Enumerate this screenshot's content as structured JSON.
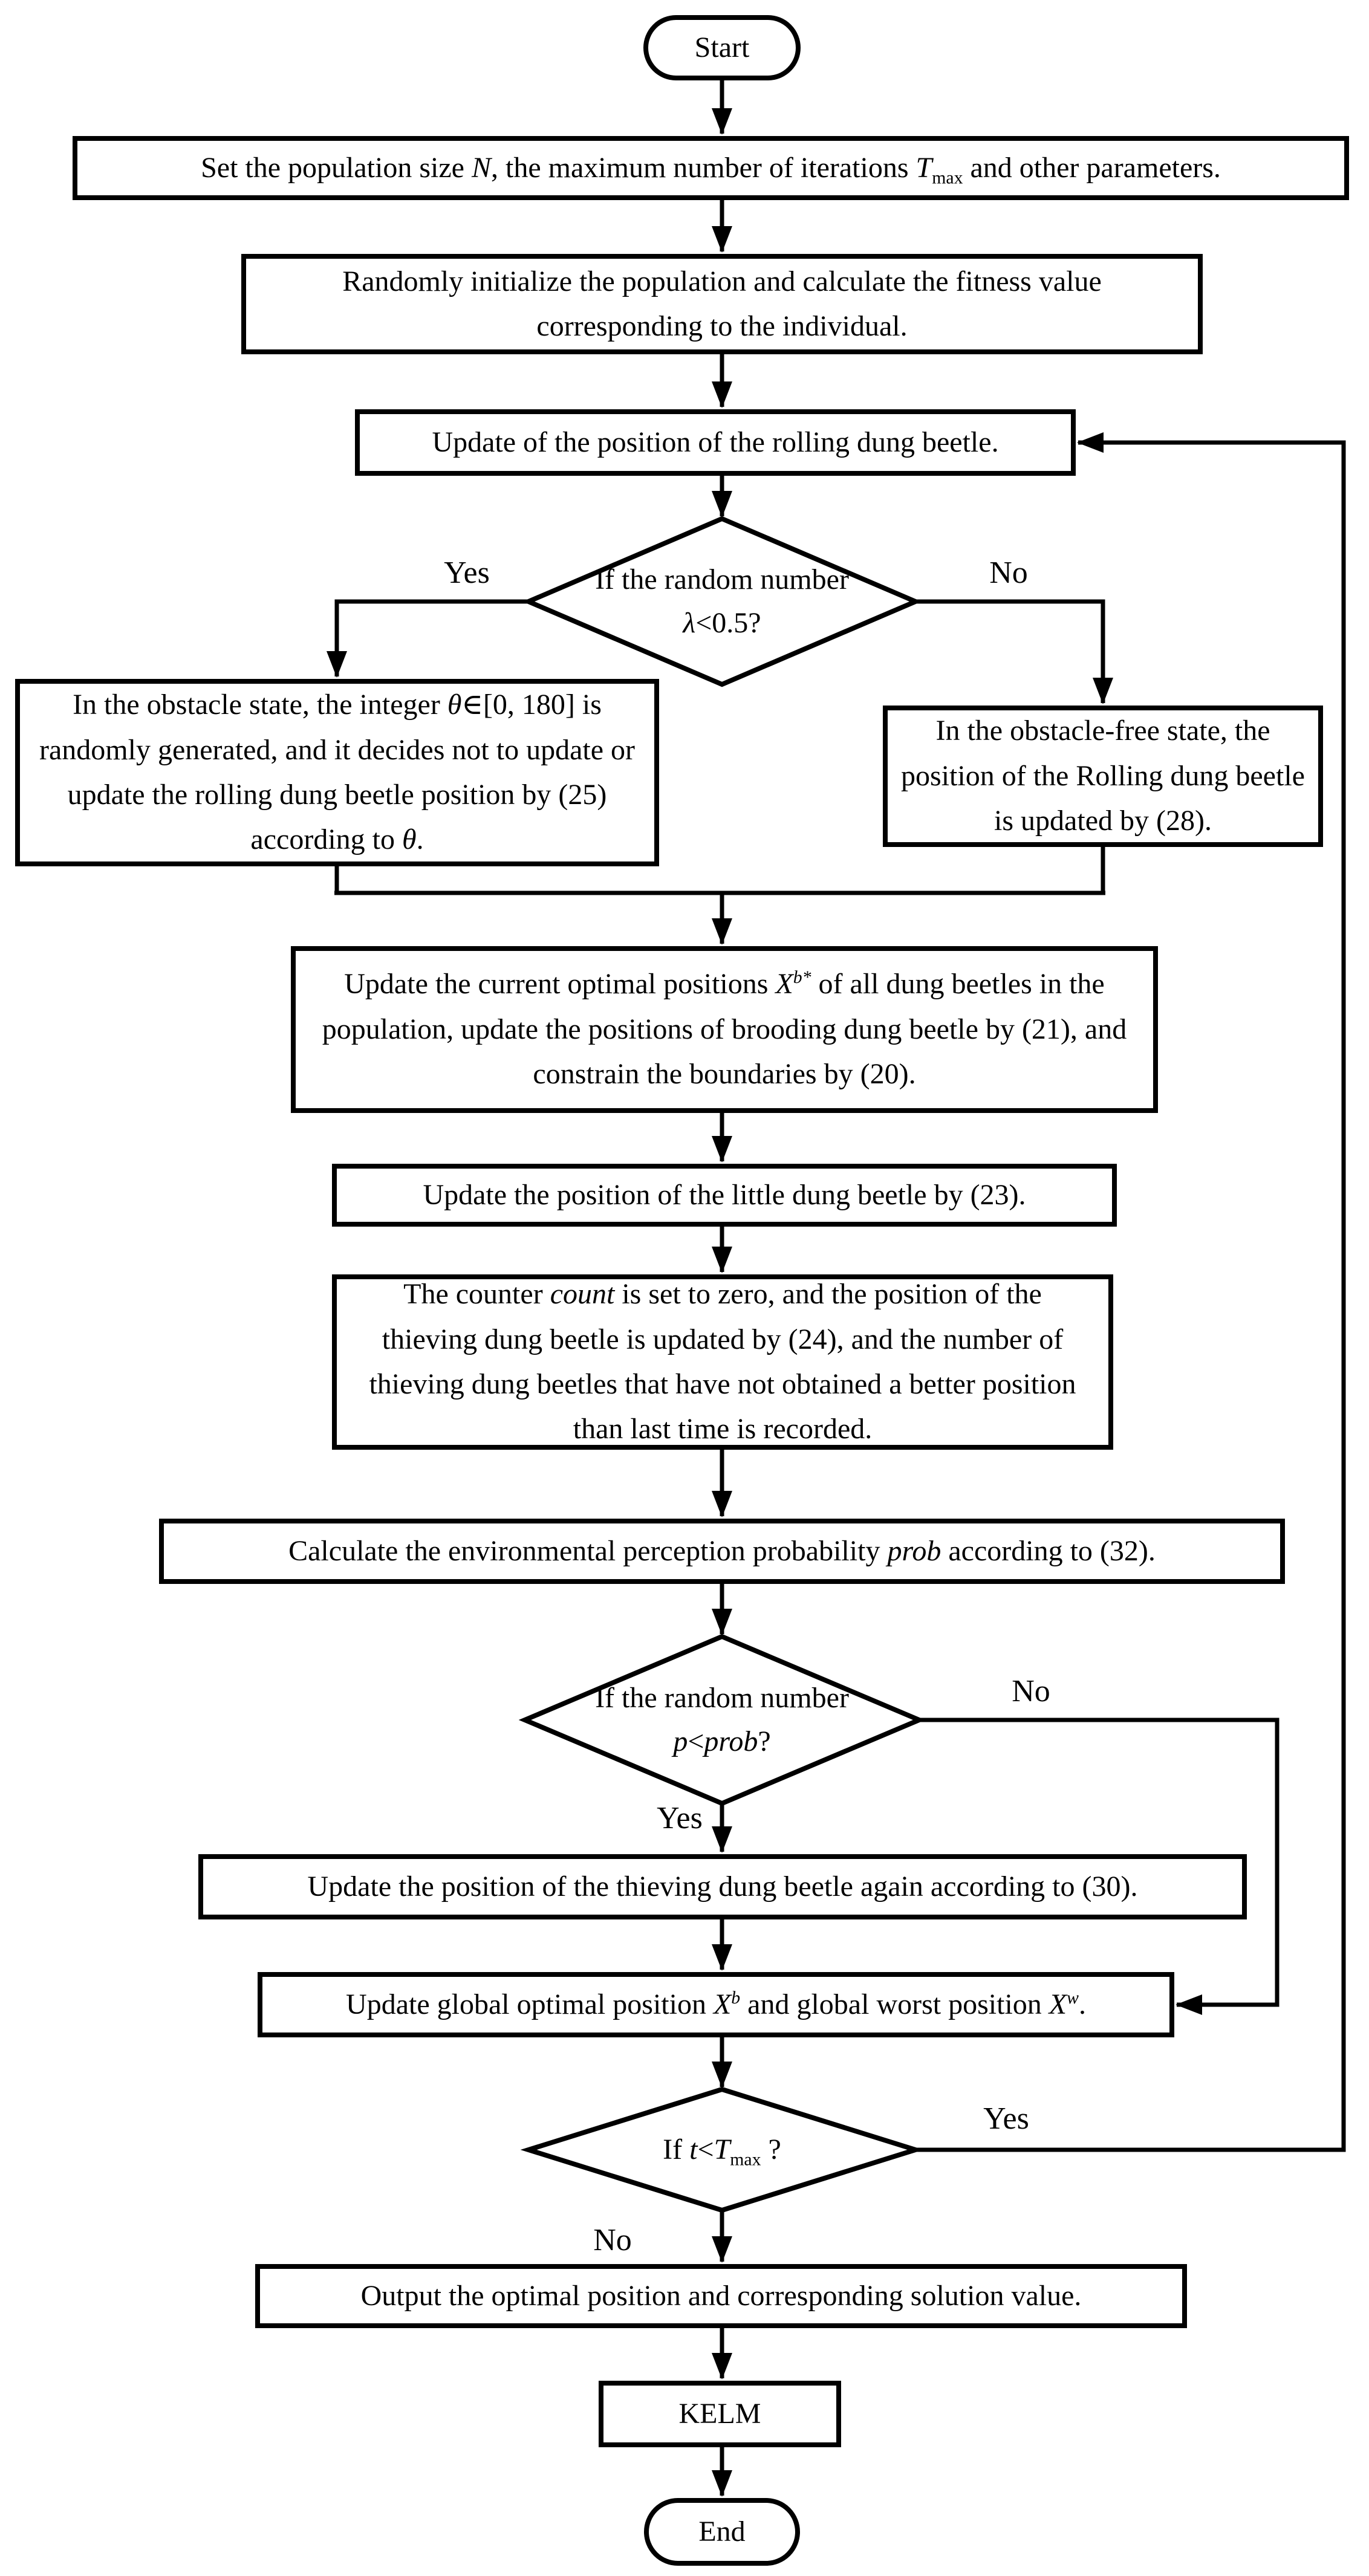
{
  "flowchart": {
    "colors": {
      "stroke": "#000000",
      "background": "#ffffff",
      "text": "#000000"
    },
    "nodes": {
      "start": {
        "label": "Start"
      },
      "set_params": {
        "runs": [
          {
            "t": "Set the population size "
          },
          {
            "t": "N",
            "i": true
          },
          {
            "t": ", the maximum number of iterations "
          },
          {
            "t": "T",
            "i": true
          },
          {
            "t": "max",
            "sub": true
          },
          {
            "t": " and other parameters."
          }
        ]
      },
      "init_population": {
        "runs": [
          {
            "t": "Randomly initialize the population and calculate the fitness value corresponding to the individual."
          }
        ]
      },
      "update_rolling": {
        "runs": [
          {
            "t": "Update of the position of the rolling dung beetle."
          }
        ]
      },
      "decision_lambda": {
        "runs": [
          {
            "t": "If the random number "
          },
          {
            "t": "λ",
            "i": true
          },
          {
            "t": "<0.5?"
          }
        ]
      },
      "obstacle_state": {
        "runs": [
          {
            "t": "In the obstacle state, the integer "
          },
          {
            "t": "θ",
            "i": true
          },
          {
            "t": "∈[0, 180] is randomly generated, and it decides not to update or update the rolling dung beetle position by (25) according to "
          },
          {
            "t": "θ",
            "i": true
          },
          {
            "t": "."
          }
        ]
      },
      "obstacle_free": {
        "runs": [
          {
            "t": "In the obstacle-free state, the position of the Rolling dung beetle is updated by (28)."
          }
        ]
      },
      "update_optimal": {
        "runs": [
          {
            "t": "Update the current optimal positions "
          },
          {
            "t": "X",
            "i": true
          },
          {
            "t": "b*",
            "i": true,
            "sup": true
          },
          {
            "t": " of all dung beetles in the population, update the positions of brooding dung beetle by (21), and constrain the boundaries by (20)."
          }
        ]
      },
      "update_little": {
        "runs": [
          {
            "t": "Update the position of the little dung beetle by (23)."
          }
        ]
      },
      "counter_thieving": {
        "runs": [
          {
            "t": "The counter "
          },
          {
            "t": "count",
            "i": true
          },
          {
            "t": " is set to zero, and the position of the thieving dung beetle is updated by (24), and the number of thieving dung beetles that have not obtained a better position than last time is recorded."
          }
        ]
      },
      "calc_prob": {
        "runs": [
          {
            "t": "Calculate the environmental perception probability "
          },
          {
            "t": "prob",
            "i": true
          },
          {
            "t": " according to (32)."
          }
        ]
      },
      "decision_prob": {
        "runs": [
          {
            "t": "If the random number "
          },
          {
            "t": "p",
            "i": true
          },
          {
            "t": "<"
          },
          {
            "t": "prob",
            "i": true
          },
          {
            "t": "?"
          }
        ]
      },
      "update_thieving_again": {
        "runs": [
          {
            "t": "Update the position of the thieving dung beetle again according to (30)."
          }
        ]
      },
      "update_global": {
        "runs": [
          {
            "t": "Update global optimal position "
          },
          {
            "t": "X",
            "i": true
          },
          {
            "t": "b",
            "i": true,
            "sup": true
          },
          {
            "t": " and global worst position "
          },
          {
            "t": "X",
            "i": true
          },
          {
            "t": "w",
            "i": true,
            "sup": true
          },
          {
            "t": "."
          }
        ]
      },
      "decision_iter": {
        "runs": [
          {
            "t": "If "
          },
          {
            "t": "t",
            "i": true
          },
          {
            "t": "<"
          },
          {
            "t": "T",
            "i": true
          },
          {
            "t": "max",
            "sub": true
          },
          {
            "t": " ?"
          }
        ]
      },
      "output": {
        "runs": [
          {
            "t": "Output the optimal position and corresponding solution value."
          }
        ]
      },
      "kelm": {
        "label": "KELM"
      },
      "end": {
        "label": "End"
      }
    },
    "branch_labels": {
      "d1_yes": "Yes",
      "d1_no": "No",
      "d2_yes": "Yes",
      "d2_no": "No",
      "d3_yes": "Yes",
      "d3_no": "No"
    }
  }
}
